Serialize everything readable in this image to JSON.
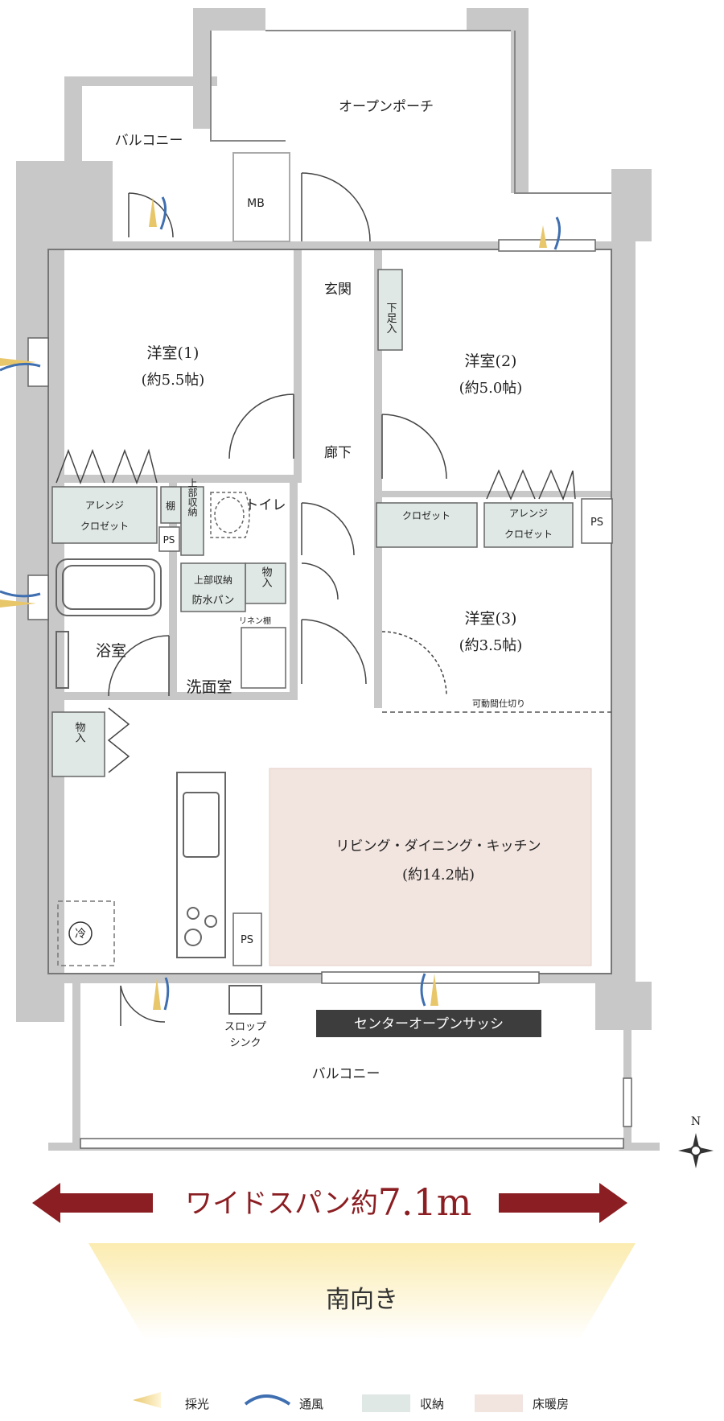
{
  "rooms": {
    "porch": "オープンポーチ",
    "balcony_top": "バルコニー",
    "mb": "MB",
    "entrance": "玄関",
    "shoe_storage": "下足入",
    "room1_name": "洋室(1)",
    "room1_size": "(約5.5帖)",
    "room2_name": "洋室(2)",
    "room2_size": "(約5.0帖)",
    "room3_name": "洋室(3)",
    "room3_size": "(約3.5帖)",
    "hallway": "廊下",
    "arrange_closet1_a": "アレンジ",
    "arrange_closet1_b": "クロゼット",
    "arrange_closet2_a": "アレンジ",
    "arrange_closet2_b": "クロゼット",
    "closet": "クロゼット",
    "shelf": "棚",
    "upper_storage": "上部収納",
    "toilet": "トイレ",
    "ps1": "PS",
    "ps2": "PS",
    "ps3": "PS",
    "upper_storage2": "上部収納",
    "waterproof_pan": "防水パン",
    "storage1": "物入",
    "storage2": "物入",
    "linen": "リネン棚",
    "bathroom": "浴室",
    "washroom": "洗面室",
    "movable_partition": "可動間仕切り",
    "ldk_name": "リビング・ダイニング・キッチン",
    "ldk_size": "(約14.2帖)",
    "fridge": "冷",
    "slop_sink_a": "スロップ",
    "slop_sink_b": "シンク",
    "balcony_bottom": "バルコニー",
    "center_sash": "センターオープンサッシ",
    "north": "N"
  },
  "banner": {
    "wide_span": "ワイドスパン約",
    "span_value": "7.1m",
    "facing": "南向き"
  },
  "legend": [
    {
      "label": "採光",
      "icon": "sunlight-icon",
      "color": "#e8c66a"
    },
    {
      "label": "通風",
      "icon": "ventilation-icon",
      "color": "#3f6fb0"
    },
    {
      "label": "収納",
      "icon": "storage-swatch",
      "color": "#dfe8e4"
    },
    {
      "label": "床暖房",
      "icon": "floor-heating-swatch",
      "color": "#f2e4df"
    }
  ],
  "colors": {
    "wall": "#c8c8c8",
    "storage": "#dfe8e4",
    "floor_heating": "#f2e4df",
    "arrow": "#8b1e22",
    "sash_label_bg": "#3d3d3d"
  }
}
